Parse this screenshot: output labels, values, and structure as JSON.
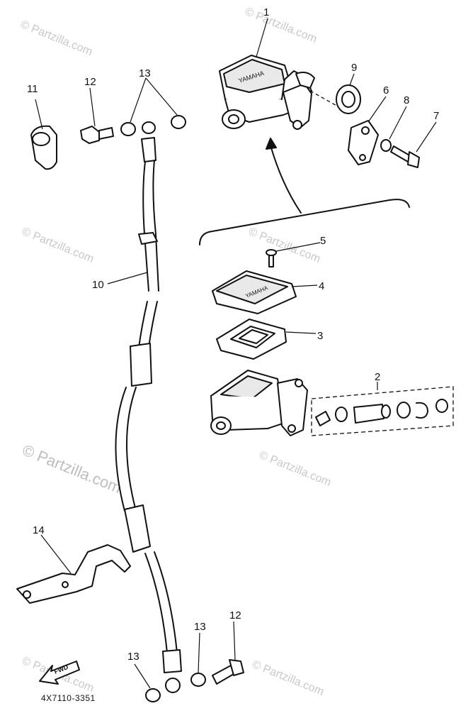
{
  "diagram": {
    "code": "4X7110-3351",
    "arrow_label": "FWD",
    "reservoir_text": "YAMAHA",
    "watermark": "© Partzilla.com",
    "callouts": [
      "1",
      "2",
      "3",
      "4",
      "5",
      "6",
      "7",
      "8",
      "9",
      "10",
      "11",
      "12",
      "12",
      "13",
      "13",
      "13",
      "14"
    ]
  },
  "colors": {
    "line": "#111111",
    "watermark": "#c9c9c9",
    "background": "#ffffff"
  }
}
